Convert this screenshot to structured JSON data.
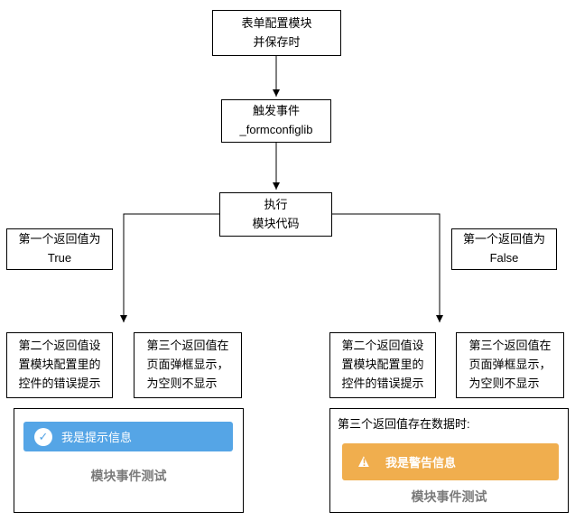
{
  "nodes": {
    "start": "表单配置模块\n并保存时",
    "trigger": "触发事件\n_formconfiglib",
    "execute": "执行\n模块代码",
    "branch_true": "第一个返回值为\nTrue",
    "branch_false": "第一个返回值为\nFalse",
    "true_second_return": "第二个返回值设\n置模块配置里的\n控件的错误提示",
    "true_third_return": "第三个返回值在\n页面弹框显示，\n为空则不显示",
    "false_second_return": "第二个返回值设\n置模块配置里的\n控件的错误提示",
    "false_third_return": "第三个返回值在\n页面弹框显示，\n为空则不显示"
  },
  "left_panel": {
    "toast": {
      "icon": "check-circle-icon",
      "icon_glyph": "✓",
      "text": "我是提示信息",
      "color": "#55a5e6"
    },
    "caption": "模块事件测试"
  },
  "right_panel": {
    "label": "第三个返回值存在数据时:",
    "toast": {
      "icon": "warning-triangle-icon",
      "icon_glyph": "▲",
      "bang": "!",
      "text": "我是警告信息",
      "color": "#f0ae4e"
    },
    "caption": "模块事件测试"
  }
}
